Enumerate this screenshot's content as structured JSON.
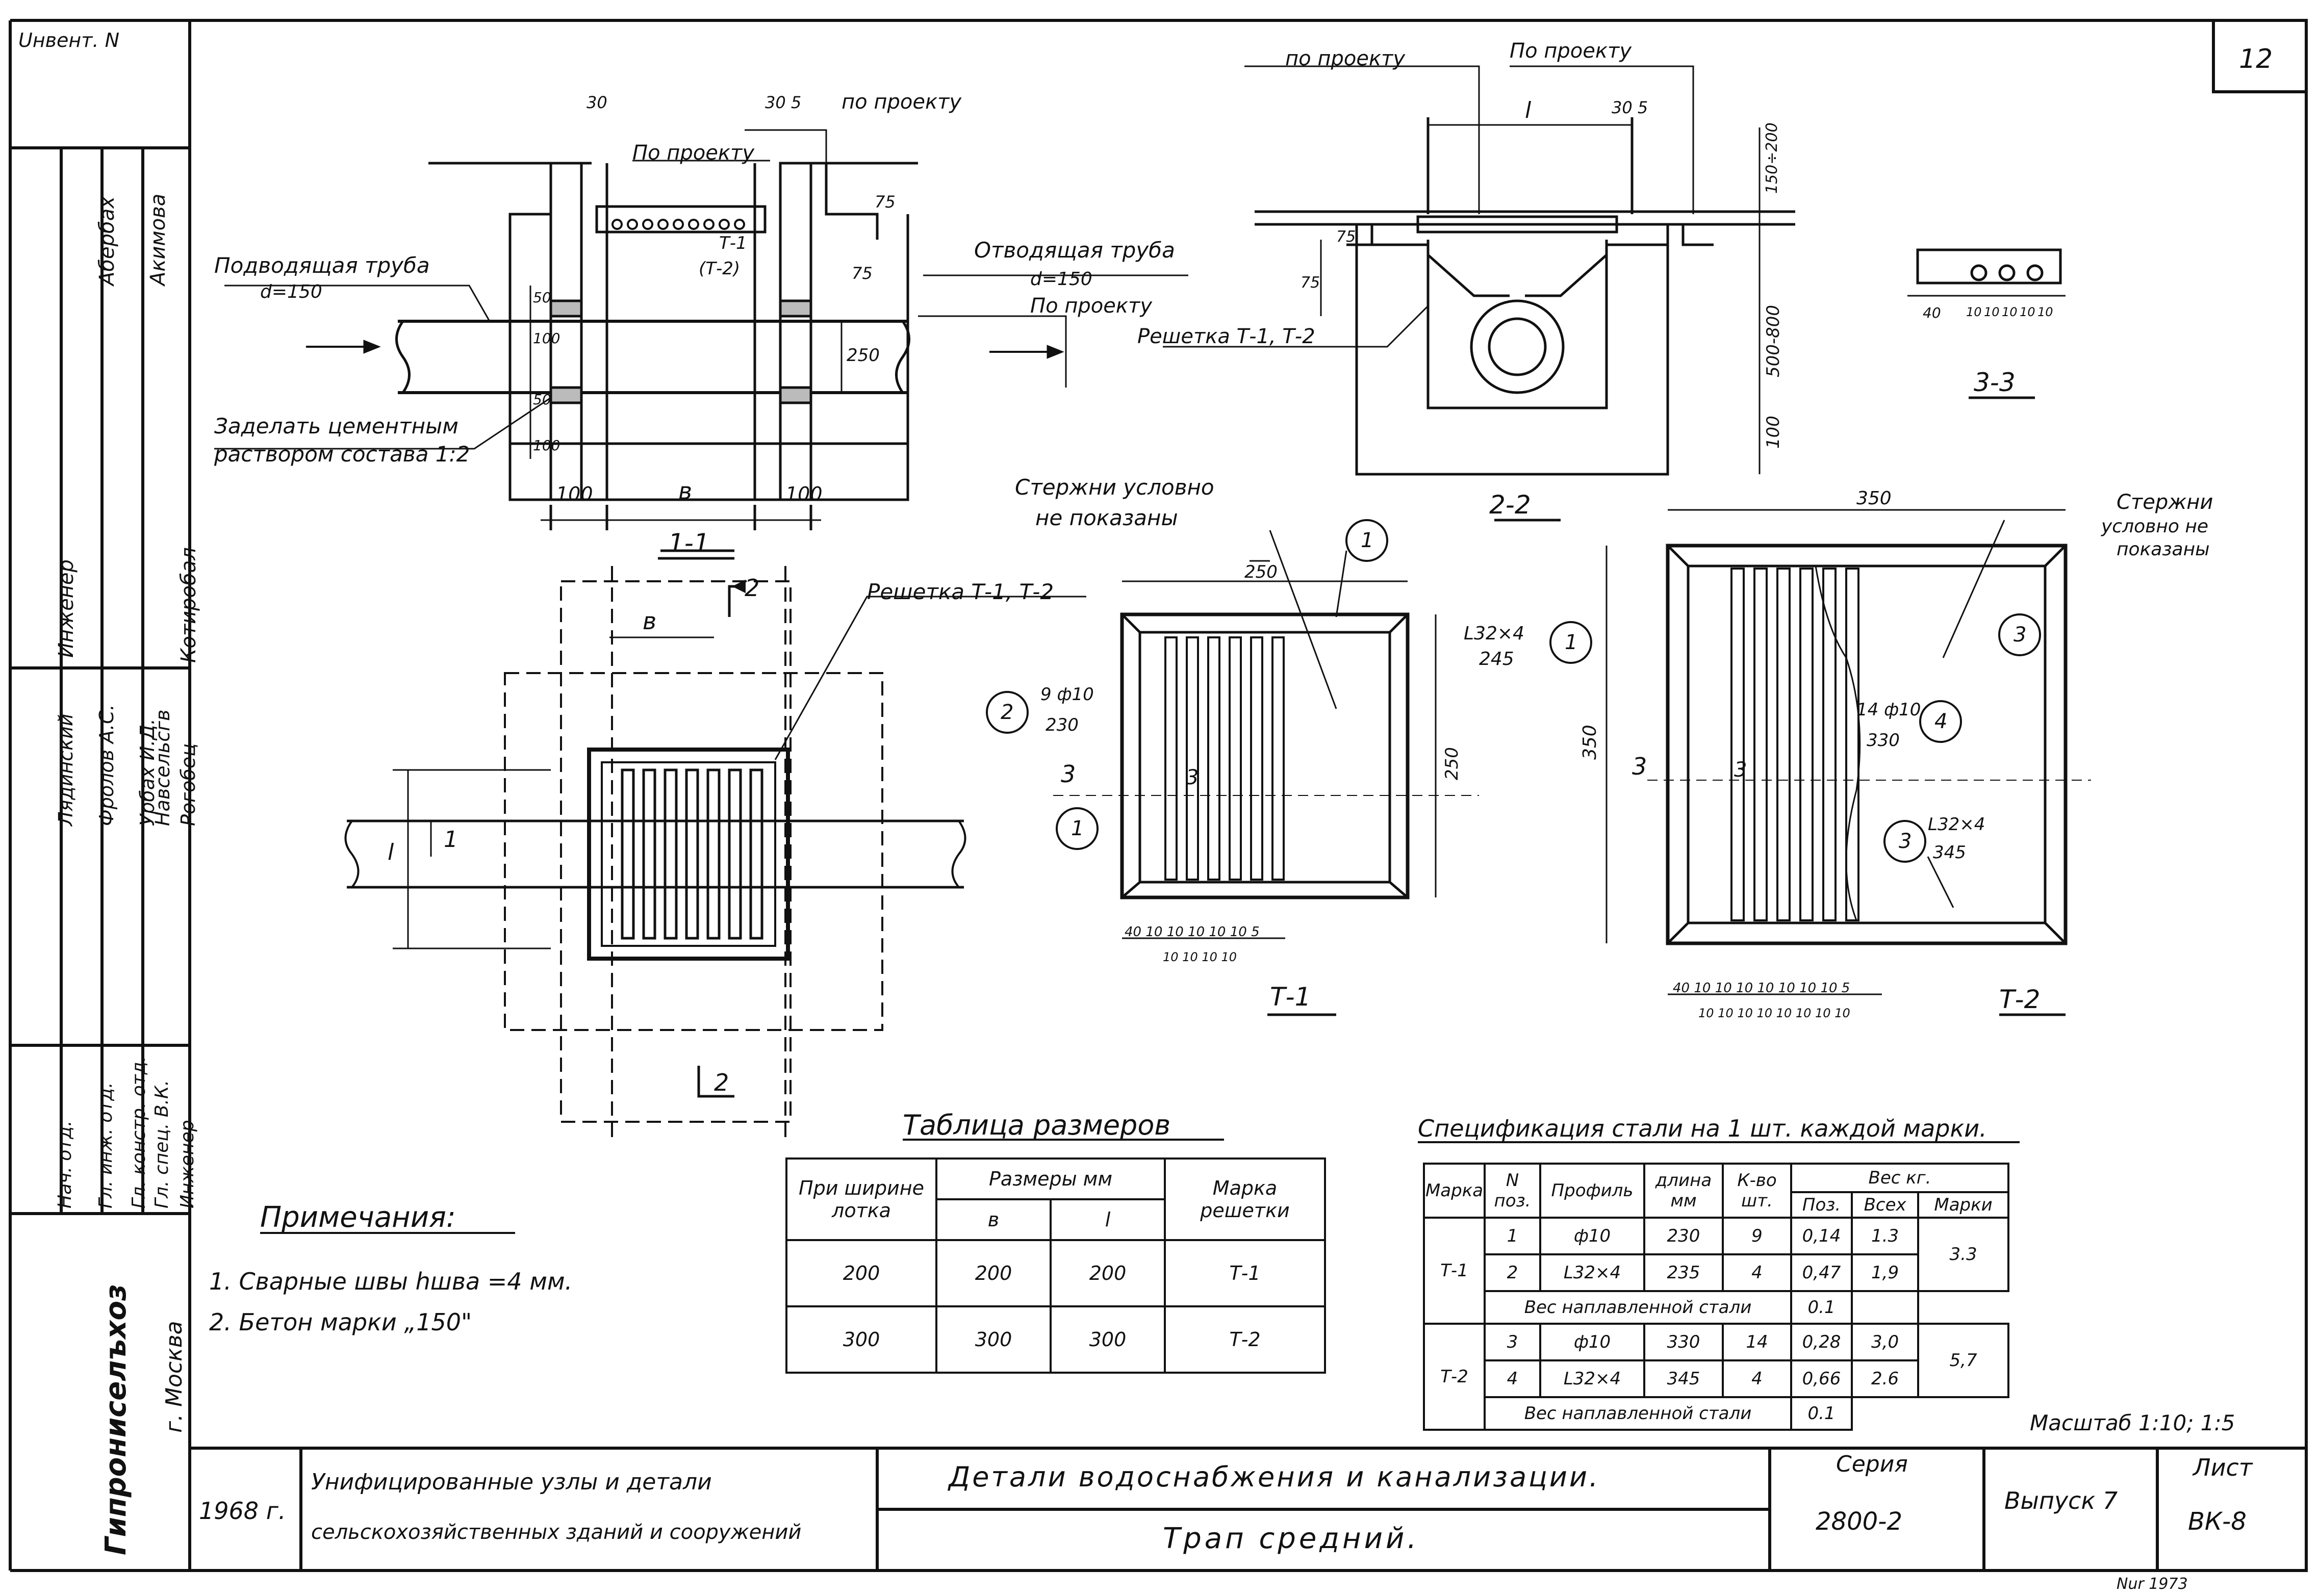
{
  "sheet": {
    "sheet_number": "12",
    "inventory_label": "Uнвент. N",
    "archive_code": "Nur 1973"
  },
  "side_stamp": {
    "rows": [
      {
        "role": "Нач. отд.",
        "name": "Лядинский",
        "extra": ""
      },
      {
        "role": "Гл. инж. отд.",
        "name": "Фролов А.С.",
        "extra": ""
      },
      {
        "role": "Гл. констр. отд.",
        "name": "Урбах И.Д.",
        "extra": ""
      },
      {
        "role": "Гл. спец. В.К.",
        "name": "Навсельсгв",
        "extra": ""
      },
      {
        "role": "Инженер",
        "name": "Рогобец",
        "extra": ""
      }
    ],
    "col_labels": [
      "Абербах",
      "Акимова",
      "Инженер",
      "Котиробал"
    ],
    "org": "Гипрониселъхоз",
    "city": "г. Москва"
  },
  "views": {
    "section_1_1": {
      "caption": "1-1",
      "pipe_in": "Подводящая труба",
      "pipe_in_d": "d=150",
      "pipe_out": "Отводящая труба",
      "pipe_out_d": "d=150",
      "by_project_1": "по проекту",
      "by_project_2": "По проекту",
      "by_project_3": "По проекту",
      "grate": "Т-1",
      "grate2": "(Т-2)",
      "note": "Заделать цементным",
      "note2": "раствором состава 1:2",
      "dim_30": "30",
      "dim_30_5": "30 5",
      "dim_75a": "75",
      "dim_75b": "75",
      "dim_250": "250",
      "dim_50a": "50",
      "dim_100a": "100",
      "dim_50b": "50",
      "dim_100b": "100",
      "dim_left": "100",
      "dim_b": "в",
      "dim_right": "100"
    },
    "section_2_2": {
      "caption": "2-2",
      "by_project_1": "по проекту",
      "by_project_2": "По проекту",
      "dim_l": "l",
      "dim_30_5": "30 5",
      "dim_top": "150÷200",
      "dim_75a": "75",
      "dim_75b": "75",
      "dim_depth": "500-800",
      "dim_100": "100",
      "grate_label": "Решетка Т-1, Т-2"
    },
    "section_3_3": {
      "caption": "3-3",
      "dims": [
        "40",
        "10",
        "10",
        "10",
        "10",
        "10"
      ]
    },
    "plan": {
      "grate_label": "Решетка Т-1, Т-2",
      "cut_2": "2",
      "dim_b": "в",
      "dim_l": "l",
      "cut_1": "1"
    },
    "t1": {
      "caption": "Т-1",
      "rods_note": "Стержни условно",
      "rods_note2": "не показаны",
      "dim_width": "250",
      "dim_height": "250",
      "angle_pos": "1",
      "angle_spec": "L32×4",
      "angle_len": "245",
      "rod_pos": "2",
      "rod_spec": "9 ф10",
      "rod_len": "230",
      "cut_3": "3",
      "cut_3b": "3",
      "pos_circle_top": "1",
      "pos_circle_left": "1",
      "bottom_dims": "40 10 10 10 10 10 5",
      "bottom_dims2": "10 10 10 10"
    },
    "t2": {
      "caption": "Т-2",
      "rods_note": "Стержни",
      "rods_note2": "условно не",
      "rods_note3": "показаны",
      "dim_width": "350",
      "dim_height": "350",
      "pos3": "3",
      "rod_spec": "14 ф10",
      "rod_len": "330",
      "rod_pos": "4",
      "angle_pos": "3",
      "angle_spec": "L32×4",
      "angle_len": "345",
      "cut_3": "3",
      "cut_3b": "3",
      "bottom_dims": "40 10 10 10 10 10 10 10 5",
      "bottom_dims2": "10 10 10 10 10 10 10 10"
    }
  },
  "notes": {
    "title": "Примечания:",
    "items": [
      "1. Сварные швы hшва =4 мм.",
      "2. Бетон марки „150\""
    ]
  },
  "size_table": {
    "title": "Таблица размеров",
    "h_width": "При ширине лотка",
    "h_sizes": "Размеры  мм",
    "h_b": "в",
    "h_l": "l",
    "h_mark": "Марка решетки",
    "rows": [
      {
        "width": "200",
        "b": "200",
        "l": "200",
        "mark": "Т-1"
      },
      {
        "width": "300",
        "b": "300",
        "l": "300",
        "mark": "Т-2"
      }
    ]
  },
  "spec_table": {
    "title": "Спецификация стали на 1 шт. каждой марки.",
    "headers": {
      "mark": "Марка",
      "pos": "N поз.",
      "profile": "Профиль",
      "length": "длина мм",
      "qty": "К-во шт.",
      "weight": "Вес  кг.",
      "w_pos": "Поз.",
      "w_all": "Всех",
      "w_mark": "Марки"
    },
    "groups": [
      {
        "mark": "Т-1",
        "total": "3.3",
        "rows": [
          {
            "pos": "1",
            "profile": "ф10",
            "length": "230",
            "qty": "9",
            "w_pos": "0,14",
            "w_all": "1.3"
          },
          {
            "pos": "2",
            "profile": "L32×4",
            "length": "235",
            "qty": "4",
            "w_pos": "0,47",
            "w_all": "1,9"
          }
        ],
        "weld_label": "Вес наплавленной стали",
        "weld_value": "0.1"
      },
      {
        "mark": "Т-2",
        "total": "5,7",
        "rows": [
          {
            "pos": "3",
            "profile": "ф10",
            "length": "330",
            "qty": "14",
            "w_pos": "0,28",
            "w_all": "3,0"
          },
          {
            "pos": "4",
            "profile": "L32×4",
            "length": "345",
            "qty": "4",
            "w_pos": "0,66",
            "w_all": "2.6"
          }
        ],
        "weld_label": "Вес наплавленной стали",
        "weld_value": "0.1"
      }
    ]
  },
  "scale": "Масштаб 1:10; 1:5",
  "title_block": {
    "year": "1968 г.",
    "series_title_1": "Унифицированные узлы и детали",
    "series_title_2": "сельскохозяйственных зданий и сооружений",
    "doc_title": "Детали водоснабжения и канализации.",
    "drawing_title": "Трап  средний.",
    "series_label": "Серия",
    "series_value": "2800-2",
    "issue": "Выпуск 7",
    "sheet_label": "Лист",
    "sheet_value": "ВК-8"
  }
}
